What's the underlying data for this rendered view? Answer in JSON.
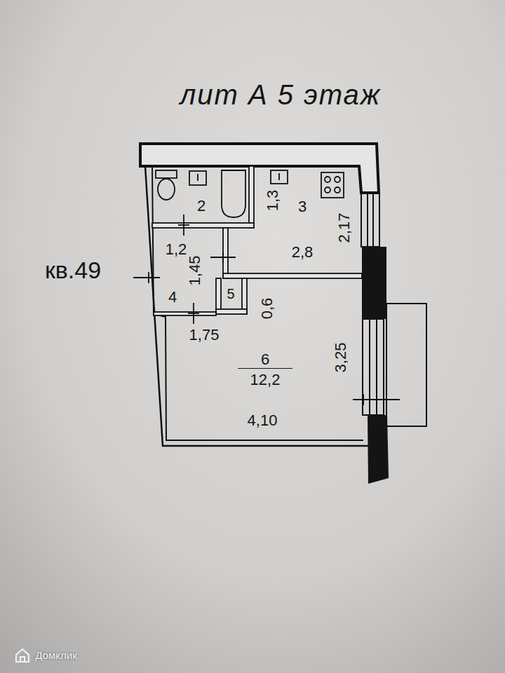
{
  "diagram": {
    "title": "лит А 5 этаж",
    "nodes": [
      {
        "text": [
          "2"
        ]
      },
      {
        "text": [
          "3",
          "2,8"
        ]
      },
      {
        "text": [
          "4"
        ]
      },
      {
        "text": [
          "5"
        ]
      },
      {
        "text": [
          "6",
          "12,2"
        ]
      }
    ],
    "labels": [
      "1,3",
      "2,17",
      "1,2",
      "1,45",
      "0,6",
      "1,75",
      "3,25",
      "4,10",
      "кв.49",
      "Домклик"
    ]
  }
}
